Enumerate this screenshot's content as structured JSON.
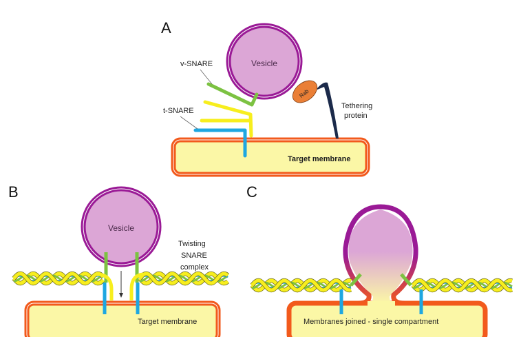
{
  "panels": {
    "a": {
      "letter": "A",
      "vesicle": "Vesicle",
      "v_snare": "v-SNARE",
      "t_snare": "t-SNARE",
      "rab": "Rab",
      "tethering_line1": "Tethering",
      "tethering_line2": "protein",
      "membrane": "Target membrane"
    },
    "b": {
      "letter": "B",
      "vesicle": "Vesicle",
      "twist_line1": "Twisting",
      "twist_line2": "SNARE",
      "twist_line3": "complex",
      "membrane": "Target membrane"
    },
    "c": {
      "letter": "C",
      "membrane": "Membranes joined - single compartment"
    }
  },
  "colors": {
    "vesicle_ring": "#9a1a96",
    "vesicle_fill": "#dca6d6",
    "membrane_ring": "#f25a1c",
    "membrane_fill": "#fbf7a6",
    "v_snare": "#7cc242",
    "t_snare_yellow": "#f7ee1e",
    "t_snare_blue": "#1ea7e1",
    "rab": "#ea7f36",
    "tether": "#1b2a4a"
  }
}
